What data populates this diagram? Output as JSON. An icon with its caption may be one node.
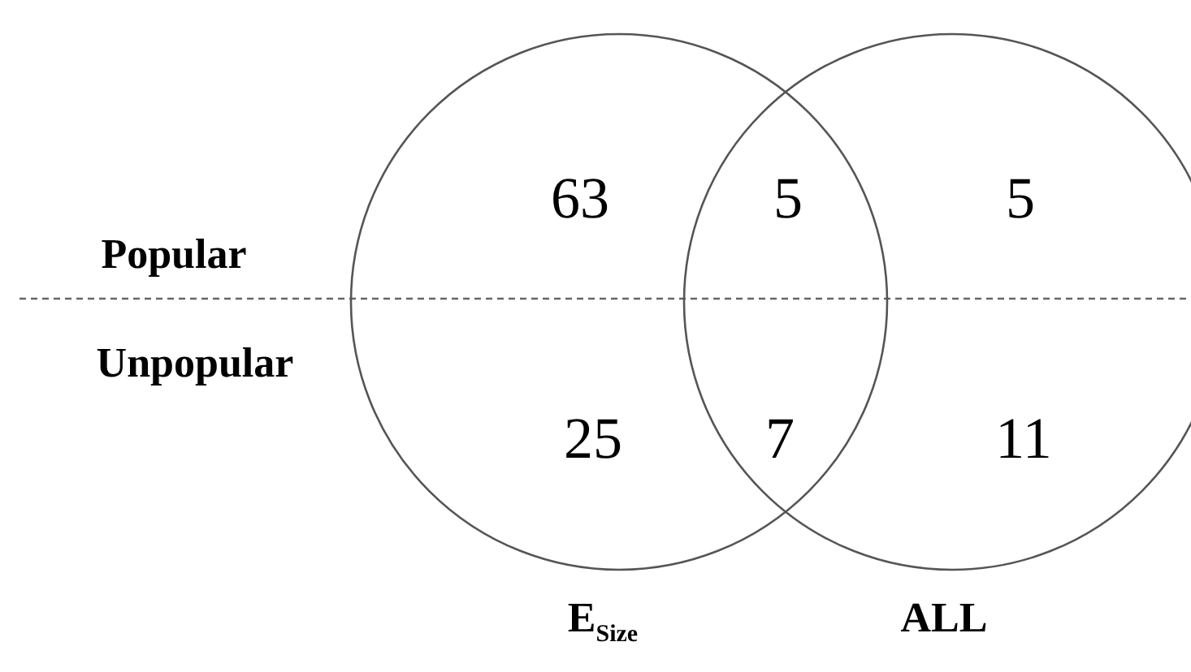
{
  "diagram": {
    "nodes": [
      {
        "text": [
          "E$_{Size}$"
        ]
      },
      {
        "text": [
          "ALL"
        ]
      }
    ],
    "labels": [
      "63",
      "5",
      "5",
      "Popular",
      "Unpopular",
      "25",
      "7",
      "11"
    ]
  }
}
